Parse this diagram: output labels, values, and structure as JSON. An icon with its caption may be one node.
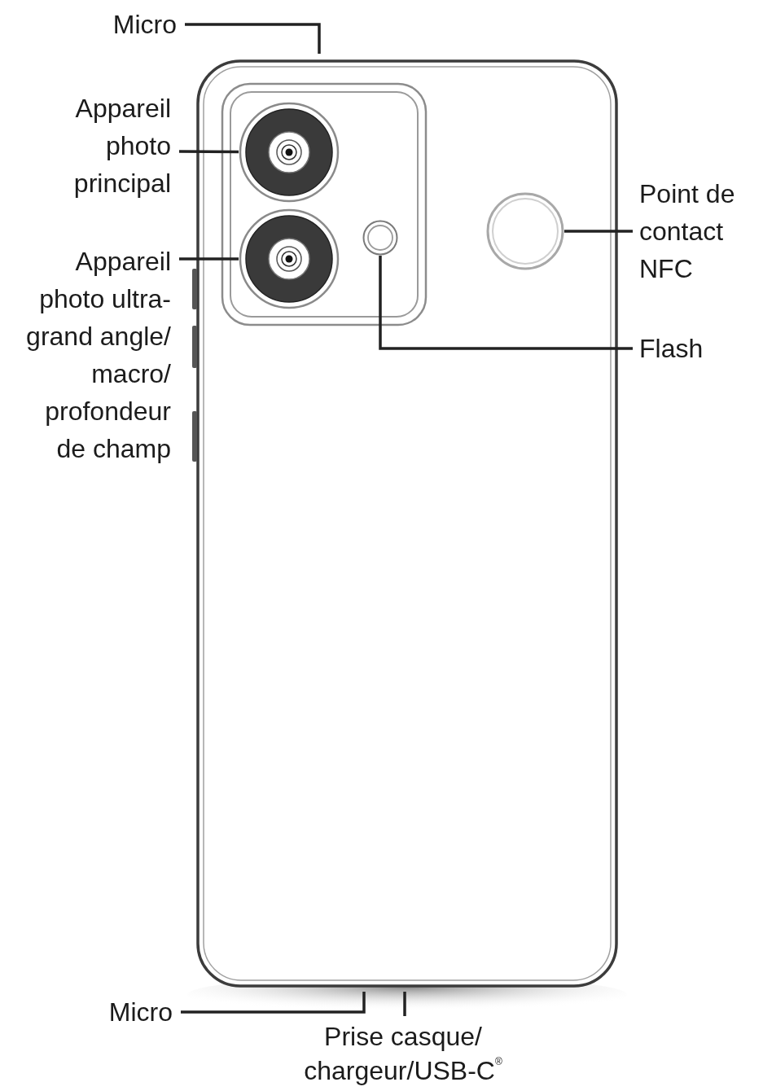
{
  "diagram": {
    "nodes": [
      {
        "text": [
          "Micro"
        ]
      },
      {
        "text": [
          "Appareil photo principal"
        ]
      },
      {
        "text": [
          "Appareil photo ultra-grand angle/ macro/ profondeur de champ"
        ]
      },
      {
        "text": [
          "Point de contact NFC"
        ]
      },
      {
        "text": [
          "Flash"
        ]
      },
      {
        "text": [
          "Micro"
        ]
      },
      {
        "text": [
          "Prise casque/ chargeur/USB-C$^{®}$"
        ]
      },
      {
        "text": [],
        "shape": "circle"
      },
      {
        "text": [],
        "shape": "circle"
      },
      {
        "text": [],
        "shape": "circle"
      },
      {
        "text": [],
        "shape": "circle"
      }
    ],
    "edges": [
      {
        "from": 0,
        "to": null,
        "arrow": "none"
      },
      {
        "from": 1,
        "to": 7,
        "arrow": "none"
      },
      {
        "from": 2,
        "to": 8,
        "arrow": "none"
      },
      {
        "from": 3,
        "to": 10,
        "arrow": "none"
      },
      {
        "from": 4,
        "to": 9,
        "arrow": "none"
      },
      {
        "from": 5,
        "to": null,
        "arrow": "none"
      },
      {
        "from": 6,
        "to": null,
        "arrow": "none"
      }
    ]
  }
}
